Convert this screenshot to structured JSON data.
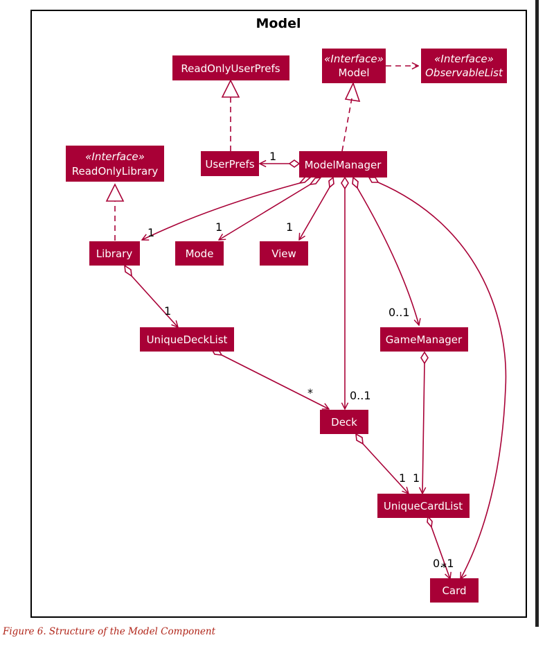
{
  "package": {
    "title": "Model"
  },
  "classes": [
    {
      "id": "ReadOnlyUserPrefs",
      "name": "ReadOnlyUserPrefs",
      "stereotype": ""
    },
    {
      "id": "Model",
      "name": "Model",
      "stereotype": "«Interface»"
    },
    {
      "id": "ObservableList",
      "name": "ObservableList",
      "stereotype": "«Interface»",
      "italic": true
    },
    {
      "id": "ReadOnlyLibrary",
      "name": "ReadOnlyLibrary",
      "stereotype": "«Interface»"
    },
    {
      "id": "UserPrefs",
      "name": "UserPrefs",
      "stereotype": ""
    },
    {
      "id": "ModelManager",
      "name": "ModelManager",
      "stereotype": ""
    },
    {
      "id": "Library",
      "name": "Library",
      "stereotype": ""
    },
    {
      "id": "Mode",
      "name": "Mode",
      "stereotype": ""
    },
    {
      "id": "View",
      "name": "View",
      "stereotype": ""
    },
    {
      "id": "UniqueDeckList",
      "name": "UniqueDeckList",
      "stereotype": ""
    },
    {
      "id": "GameManager",
      "name": "GameManager",
      "stereotype": ""
    },
    {
      "id": "Deck",
      "name": "Deck",
      "stereotype": ""
    },
    {
      "id": "UniqueCardList",
      "name": "UniqueCardList",
      "stereotype": ""
    },
    {
      "id": "Card",
      "name": "Card",
      "stereotype": ""
    }
  ],
  "relations": [
    {
      "from": "Model",
      "to": "ObservableList",
      "type": "dependency",
      "multiplicity": ""
    },
    {
      "from": "UserPrefs",
      "to": "ReadOnlyUserPrefs",
      "type": "realization",
      "multiplicity": ""
    },
    {
      "from": "ModelManager",
      "to": "Model",
      "type": "realization",
      "multiplicity": ""
    },
    {
      "from": "Library",
      "to": "ReadOnlyLibrary",
      "type": "realization",
      "multiplicity": ""
    },
    {
      "from": "ModelManager",
      "to": "UserPrefs",
      "type": "aggregation",
      "multiplicity": "1"
    },
    {
      "from": "ModelManager",
      "to": "Library",
      "type": "aggregation",
      "multiplicity": "1"
    },
    {
      "from": "ModelManager",
      "to": "Mode",
      "type": "aggregation",
      "multiplicity": "1"
    },
    {
      "from": "ModelManager",
      "to": "View",
      "type": "aggregation",
      "multiplicity": "1"
    },
    {
      "from": "ModelManager",
      "to": "Deck",
      "type": "aggregation",
      "multiplicity": "0..1"
    },
    {
      "from": "ModelManager",
      "to": "GameManager",
      "type": "aggregation",
      "multiplicity": "0..1"
    },
    {
      "from": "ModelManager",
      "to": "Card",
      "type": "aggregation",
      "multiplicity": ""
    },
    {
      "from": "Library",
      "to": "UniqueDeckList",
      "type": "composition",
      "multiplicity": "1"
    },
    {
      "from": "UniqueDeckList",
      "to": "Deck",
      "type": "aggregation",
      "multiplicity": "*"
    },
    {
      "from": "Deck",
      "to": "UniqueCardList",
      "type": "composition",
      "multiplicity": "1"
    },
    {
      "from": "GameManager",
      "to": "UniqueCardList",
      "type": "composition",
      "multiplicity": "1"
    },
    {
      "from": "UniqueCardList",
      "to": "Card",
      "type": "aggregation",
      "multiplicity": "*"
    }
  ],
  "card_end_label": "0..1",
  "caption": "Figure 6. Structure of the Model Component"
}
